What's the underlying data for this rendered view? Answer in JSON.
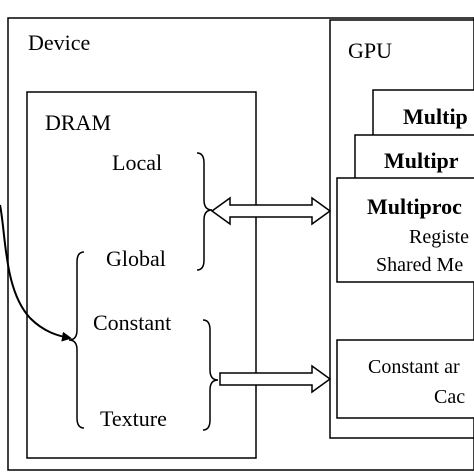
{
  "device": {
    "label": "Device"
  },
  "dram": {
    "label": "DRAM",
    "memories": {
      "local": "Local",
      "global": "Global",
      "constant": "Constant",
      "texture": "Texture"
    }
  },
  "gpu": {
    "label": "GPU",
    "multiprocessors": [
      "Multip",
      "Multipr",
      "Multiproc"
    ],
    "front_lines": [
      "Registe",
      "Shared Me"
    ],
    "cache_lines": [
      "Constant ar",
      "Cac"
    ]
  }
}
